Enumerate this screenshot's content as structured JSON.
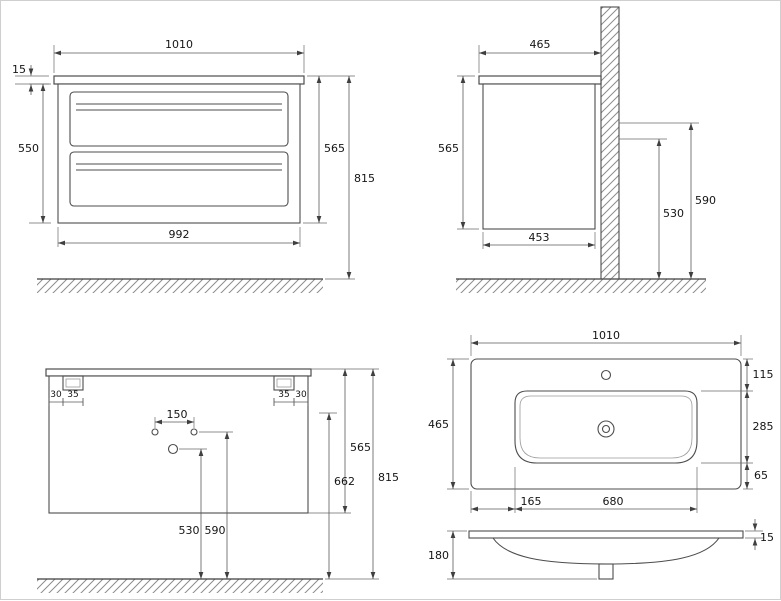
{
  "drawing": {
    "front_view": {
      "overall_width": "1010",
      "countertop_thickness": "15",
      "body_height": "550",
      "overall_height": "565",
      "mounting_height": "815",
      "body_width": "992"
    },
    "side_view": {
      "overall_depth": "465",
      "overall_height": "565",
      "body_depth": "453",
      "upper_connection_height": "590",
      "lower_connection_height": "530"
    },
    "back_view": {
      "bracket_left_offset": "30",
      "bracket_left_width": "35",
      "bracket_right_width": "35",
      "bracket_right_offset": "30",
      "inlet_spacing": "150",
      "overall_height": "565",
      "drain_line_height": "662",
      "mounting_height": "815",
      "lower_connection_height": "530",
      "upper_connection_height": "590"
    },
    "basin_top_view": {
      "overall_width": "1010",
      "back_rim_depth": "115",
      "bowl_depth": "285",
      "front_rim_depth": "65",
      "overall_depth": "465",
      "bowl_side_offset": "165",
      "bowl_width": "680"
    },
    "basin_front_view": {
      "rim_height": "15",
      "overall_height": "180"
    }
  }
}
